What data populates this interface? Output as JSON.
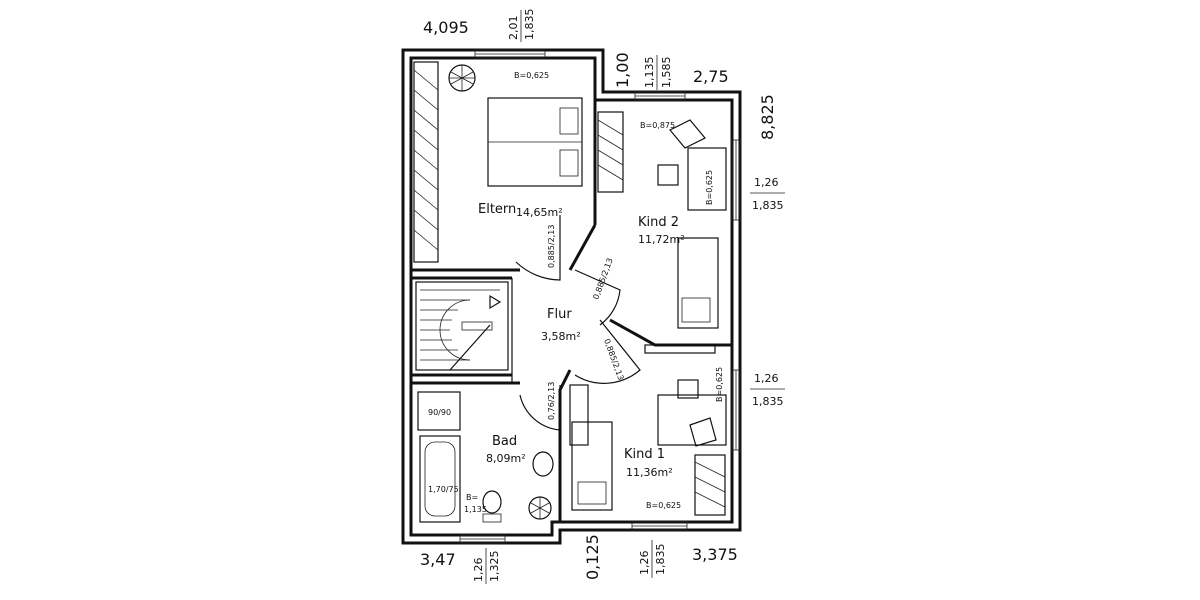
{
  "rooms": {
    "eltern": {
      "name": "Eltern",
      "area": "14,65m²"
    },
    "kind2": {
      "name": "Kind 2",
      "area": "11,72m²"
    },
    "flur": {
      "name": "Flur",
      "area": "3,58m²"
    },
    "bad": {
      "name": "Bad",
      "area": "8,09m²"
    },
    "kind1": {
      "name": "Kind 1",
      "area": "11,36m²"
    }
  },
  "doors": {
    "eltern": "0,885/2,13",
    "kind2": "0,885/2,13",
    "kind1": "0,885/2,13",
    "bad": "0,76/2,13"
  },
  "windows": {
    "eltern": "B=0,625",
    "kind2_top": "B=0,875",
    "kind2_side": "B=0,625",
    "kind1_side": "B=0,625",
    "kind1_bottom": "B=0,625",
    "bad_label": "B=",
    "bad_value": "1,135"
  },
  "fixtures": {
    "shower": "90/90",
    "bathtub": "1,70/75"
  },
  "dimensions": {
    "top_left": "4,095",
    "top_window_a": "2,01",
    "top_window_b": "1,835",
    "top_mid_a": "1,00",
    "top_mid_b": "1,135",
    "top_mid_c": "1,585",
    "top_right": "2,75",
    "right_total": "8,825",
    "right_upper_a": "1,26",
    "right_upper_b": "1,835",
    "right_lower_a": "1,26",
    "right_lower_b": "1,835",
    "bottom_left": "3,47",
    "bottom_left_a": "1,26",
    "bottom_left_b": "1,325",
    "bottom_mid": "0,125",
    "bottom_mid_a": "1,26",
    "bottom_mid_b": "1,835",
    "bottom_right": "3,375"
  }
}
